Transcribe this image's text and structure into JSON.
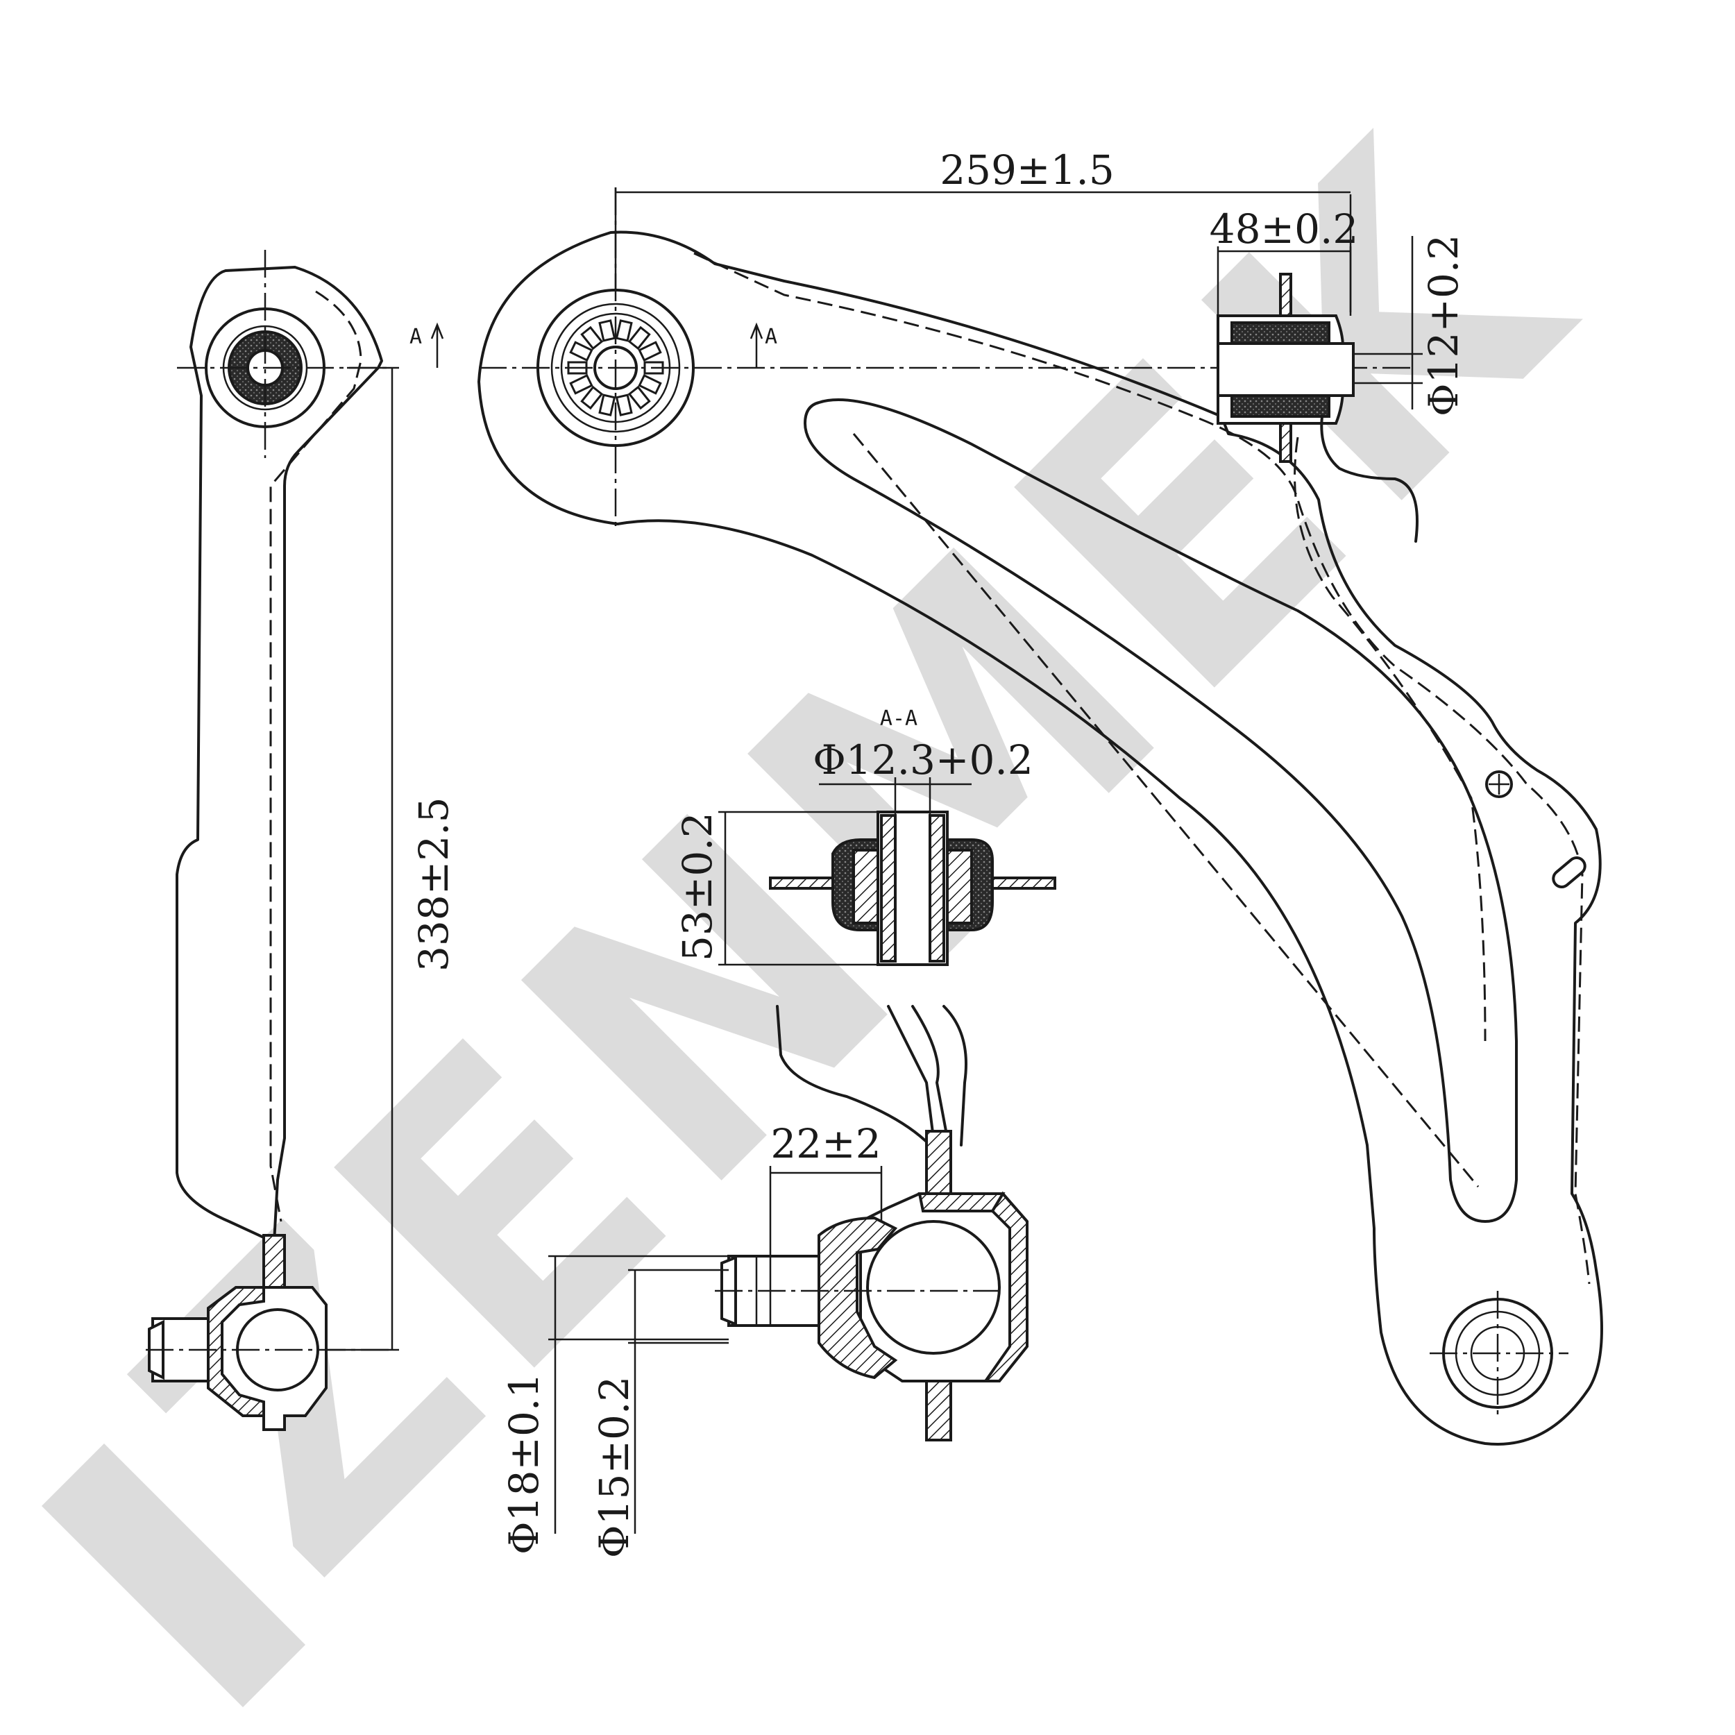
{
  "watermark": "ZENMEK",
  "section": {
    "label_left": "A",
    "label_right": "A",
    "title": "A-A"
  },
  "dimensions": {
    "length_259": "259±1.5",
    "bush_48": "48±0.2",
    "bore_12": "Φ12+0.2",
    "bore_12_3": "Φ12.3+0.2",
    "height_53": "53±0.2",
    "length_338": "338±2.5",
    "stud_22": "22±2",
    "dia_18": "Φ18±0.1",
    "dia_15": "Φ15±0.2"
  },
  "colors": {
    "line": "#1a1a1a",
    "watermark": "#dcdcdc",
    "background": "#ffffff"
  }
}
